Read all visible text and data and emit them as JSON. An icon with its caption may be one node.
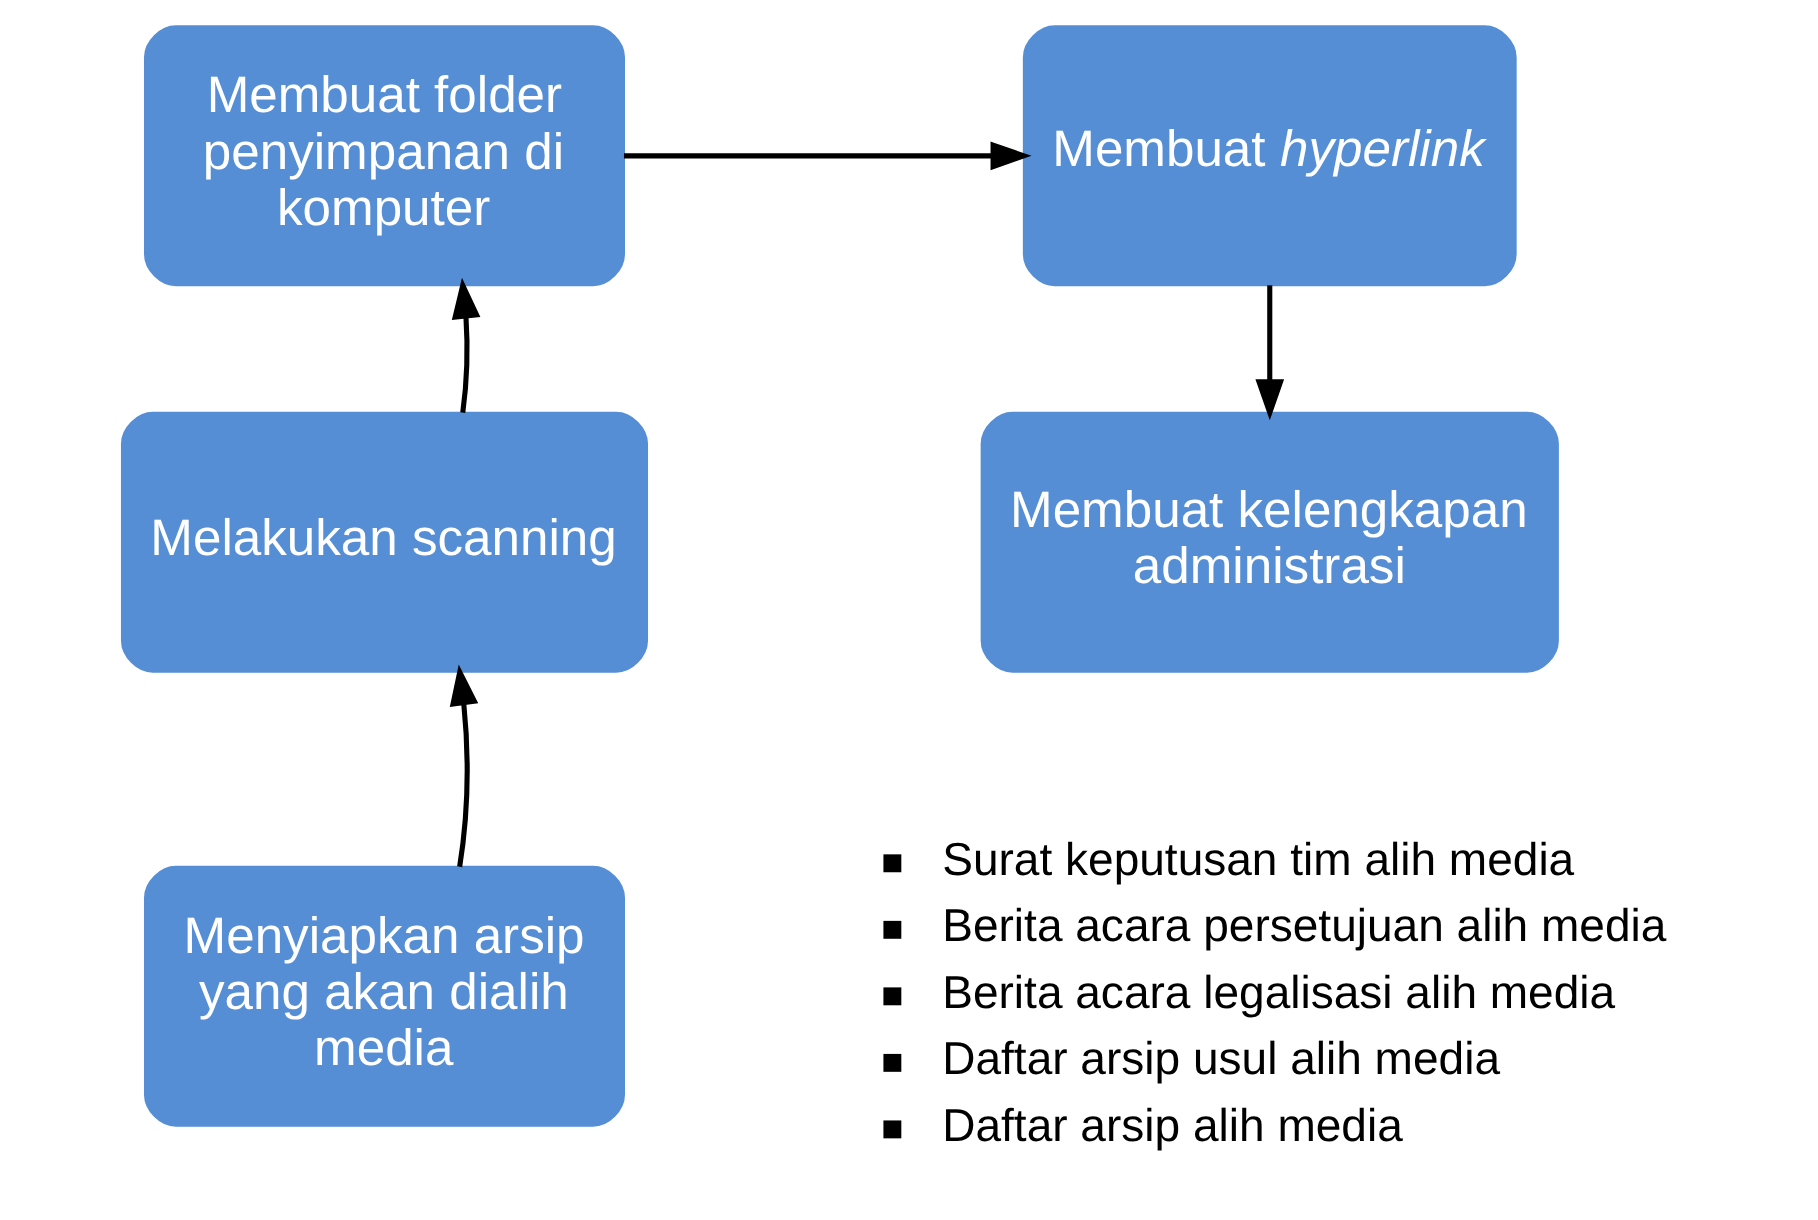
{
  "diagram": {
    "nodes": [
      {
        "text": [
          "Membuat folder penyimpanan di komputer"
        ]
      },
      {
        "text": [
          "Membuat *hyperlink*"
        ]
      },
      {
        "text": [
          "Melakukan scanning"
        ]
      },
      {
        "text": [
          "Membuat kelengkapan administrasi"
        ],
        "beside": [
          "Surat keputusan tim alih media",
          "Berita acara persetujuan alih media",
          "Berita acara legalisasi alih media",
          "Daftar arsip usul alih media",
          "Daftar arsip alih media"
        ]
      },
      {
        "text": [
          "Menyiapkan arsip yang akan dialih media"
        ]
      }
    ],
    "edges": [
      {
        "from": 4,
        "to": 2,
        "arrow": "to"
      },
      {
        "from": 2,
        "to": 0,
        "arrow": "to"
      },
      {
        "from": 0,
        "to": 1,
        "arrow": "to"
      },
      {
        "from": 1,
        "to": 3,
        "arrow": "to"
      }
    ]
  }
}
